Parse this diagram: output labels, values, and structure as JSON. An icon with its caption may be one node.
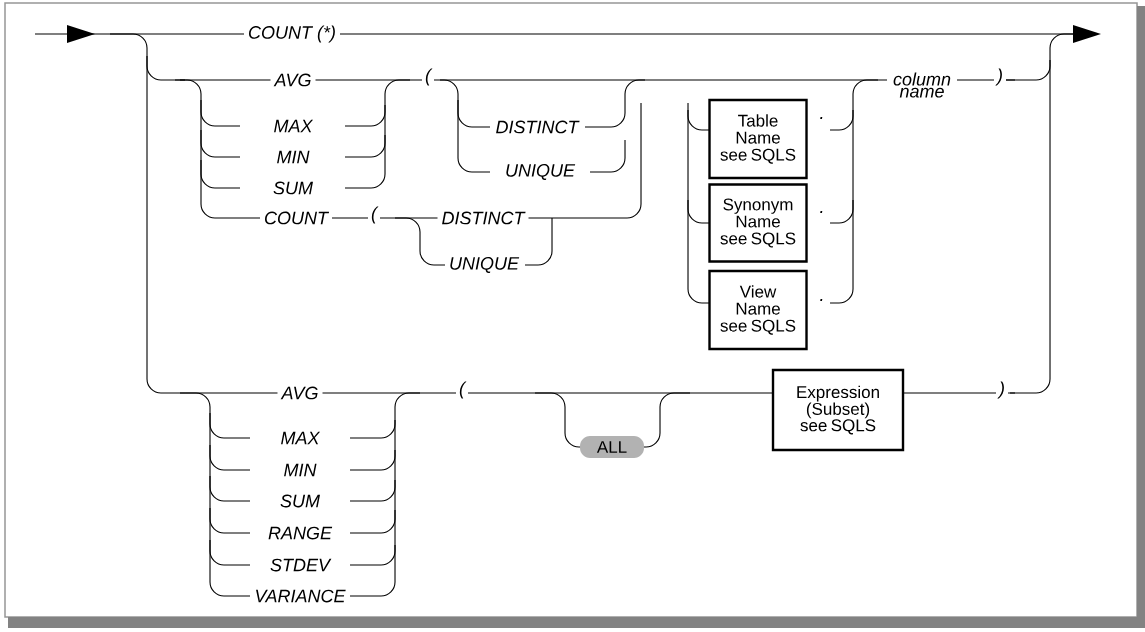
{
  "diagram": {
    "nodes": [
      {
        "text": [
          "Table Name see SQLS"
        ],
        "beside": [
          "."
        ]
      },
      {
        "text": [
          "Synonym Name see SQLS"
        ],
        "beside": [
          "."
        ]
      },
      {
        "text": [
          "View Name see SQLS"
        ],
        "beside": [
          "."
        ]
      },
      {
        "text": [
          "ALL"
        ]
      },
      {
        "text": [
          "Expression (Subset) see SQLS"
        ]
      }
    ],
    "labels": [
      "COUNT (*)",
      "AVG",
      "(",
      "column name",
      ")",
      "MAX",
      "DISTINCT",
      "MIN",
      "UNIQUE",
      "SUM",
      "COUNT",
      "(",
      "DISTINCT",
      "UNIQUE",
      "AVG",
      "(",
      ")",
      "MAX",
      "MIN",
      "SUM",
      "RANGE",
      "STDEV",
      "VARIANCE"
    ]
  }
}
